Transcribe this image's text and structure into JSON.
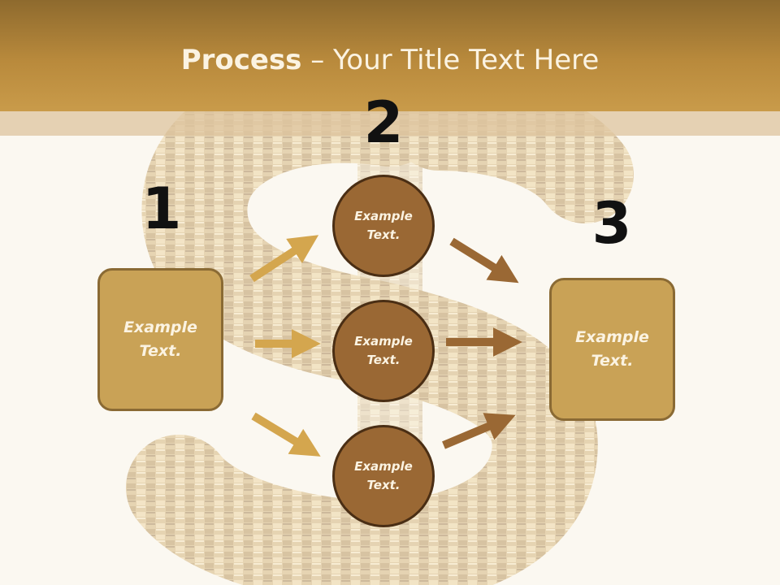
{
  "title": {
    "bold": "Process",
    "rest": " – Your Title Text Here"
  },
  "steps": [
    {
      "number": "1",
      "text": "Example\nText."
    },
    {
      "number": "2",
      "text": "Example\nText."
    },
    {
      "number": "3",
      "text": "Example\nText."
    }
  ],
  "circles": [
    {
      "text": "Example\nText."
    },
    {
      "text": "Example\nText."
    },
    {
      "text": "Example\nText."
    }
  ],
  "colors": {
    "header": "#b98a3c",
    "box_fill": "#c9a256",
    "circle_fill": "#9a6834",
    "left_arrow": "#d4a64e",
    "right_arrow": "#9a6834"
  },
  "background": {
    "icon": "dollar-sign-coins-icon"
  }
}
